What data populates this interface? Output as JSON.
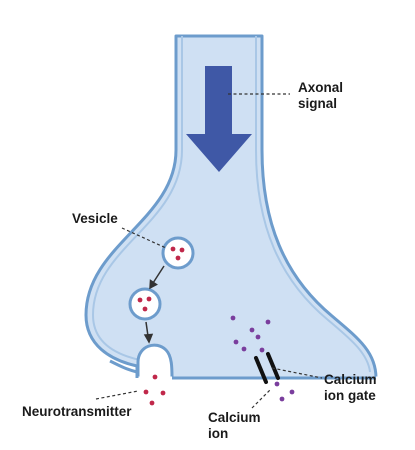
{
  "labels": {
    "axonal_signal_line1": "Axonal",
    "axonal_signal_line2": "signal",
    "vesicle": "Vesicle",
    "neurotransmitter": "Neurotransmitter",
    "calcium_ion_line1": "Calcium",
    "calcium_ion_line2": "ion",
    "calcium_ion_gate_line1": "Calcium",
    "calcium_ion_gate_line2": "ion gate"
  },
  "colors": {
    "membrane_fill": "#cfe0f3",
    "membrane_outer": "#6d9ccc",
    "membrane_inner": "#a9c7e6",
    "signal_arrow": "#3f58a6",
    "neurotransmitter_dot": "#c0284a",
    "calcium_dot": "#7a3e9d",
    "gate": "#111111",
    "leader_line": "#333333"
  },
  "icons": [
    "axonal-signal-arrow-icon",
    "vesicle-icon",
    "calcium-ion-gate-icon"
  ]
}
